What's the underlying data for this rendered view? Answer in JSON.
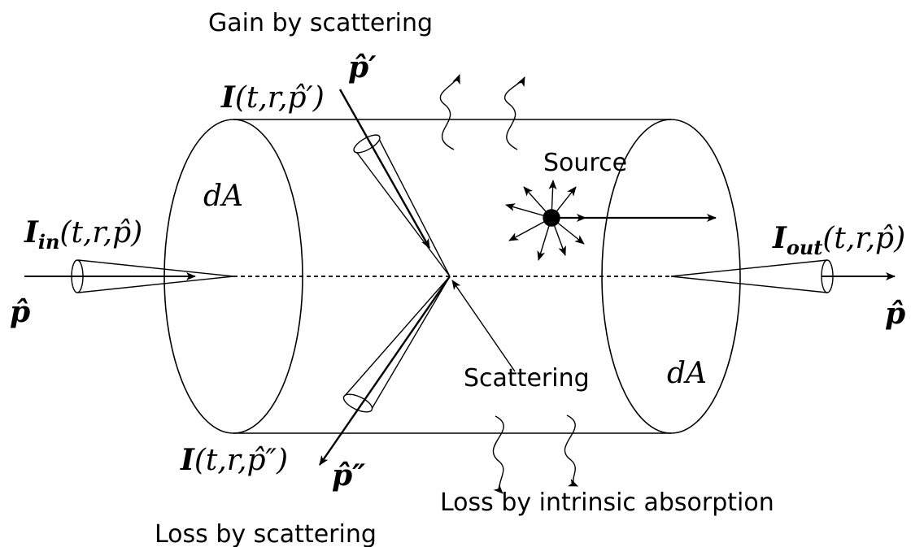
{
  "labels": {
    "gain_by_scattering": "Gain by scattering",
    "loss_by_scattering": "Loss by scattering",
    "loss_by_intrinsic_absorption": "Loss by intrinsic absorption",
    "source": "Source",
    "scattering": "Scattering",
    "dA_left": "dA",
    "dA_right": "dA"
  },
  "math": {
    "I_in": {
      "symbol": "I",
      "subscript": "in",
      "args": "(t,r,p̂)"
    },
    "I_out": {
      "symbol": "I",
      "subscript": "out",
      "args": "(t,r,p̂)"
    },
    "I_prime": {
      "symbol": "I",
      "args": "(t,r,p̂′)"
    },
    "I_double_prime": {
      "symbol": "I",
      "args": "(t,r,p̂″)"
    },
    "p_hat_left": "p̂",
    "p_hat_right": "p̂",
    "p_hat_prime": "p̂′",
    "p_hat_double_prime": "p̂″"
  }
}
